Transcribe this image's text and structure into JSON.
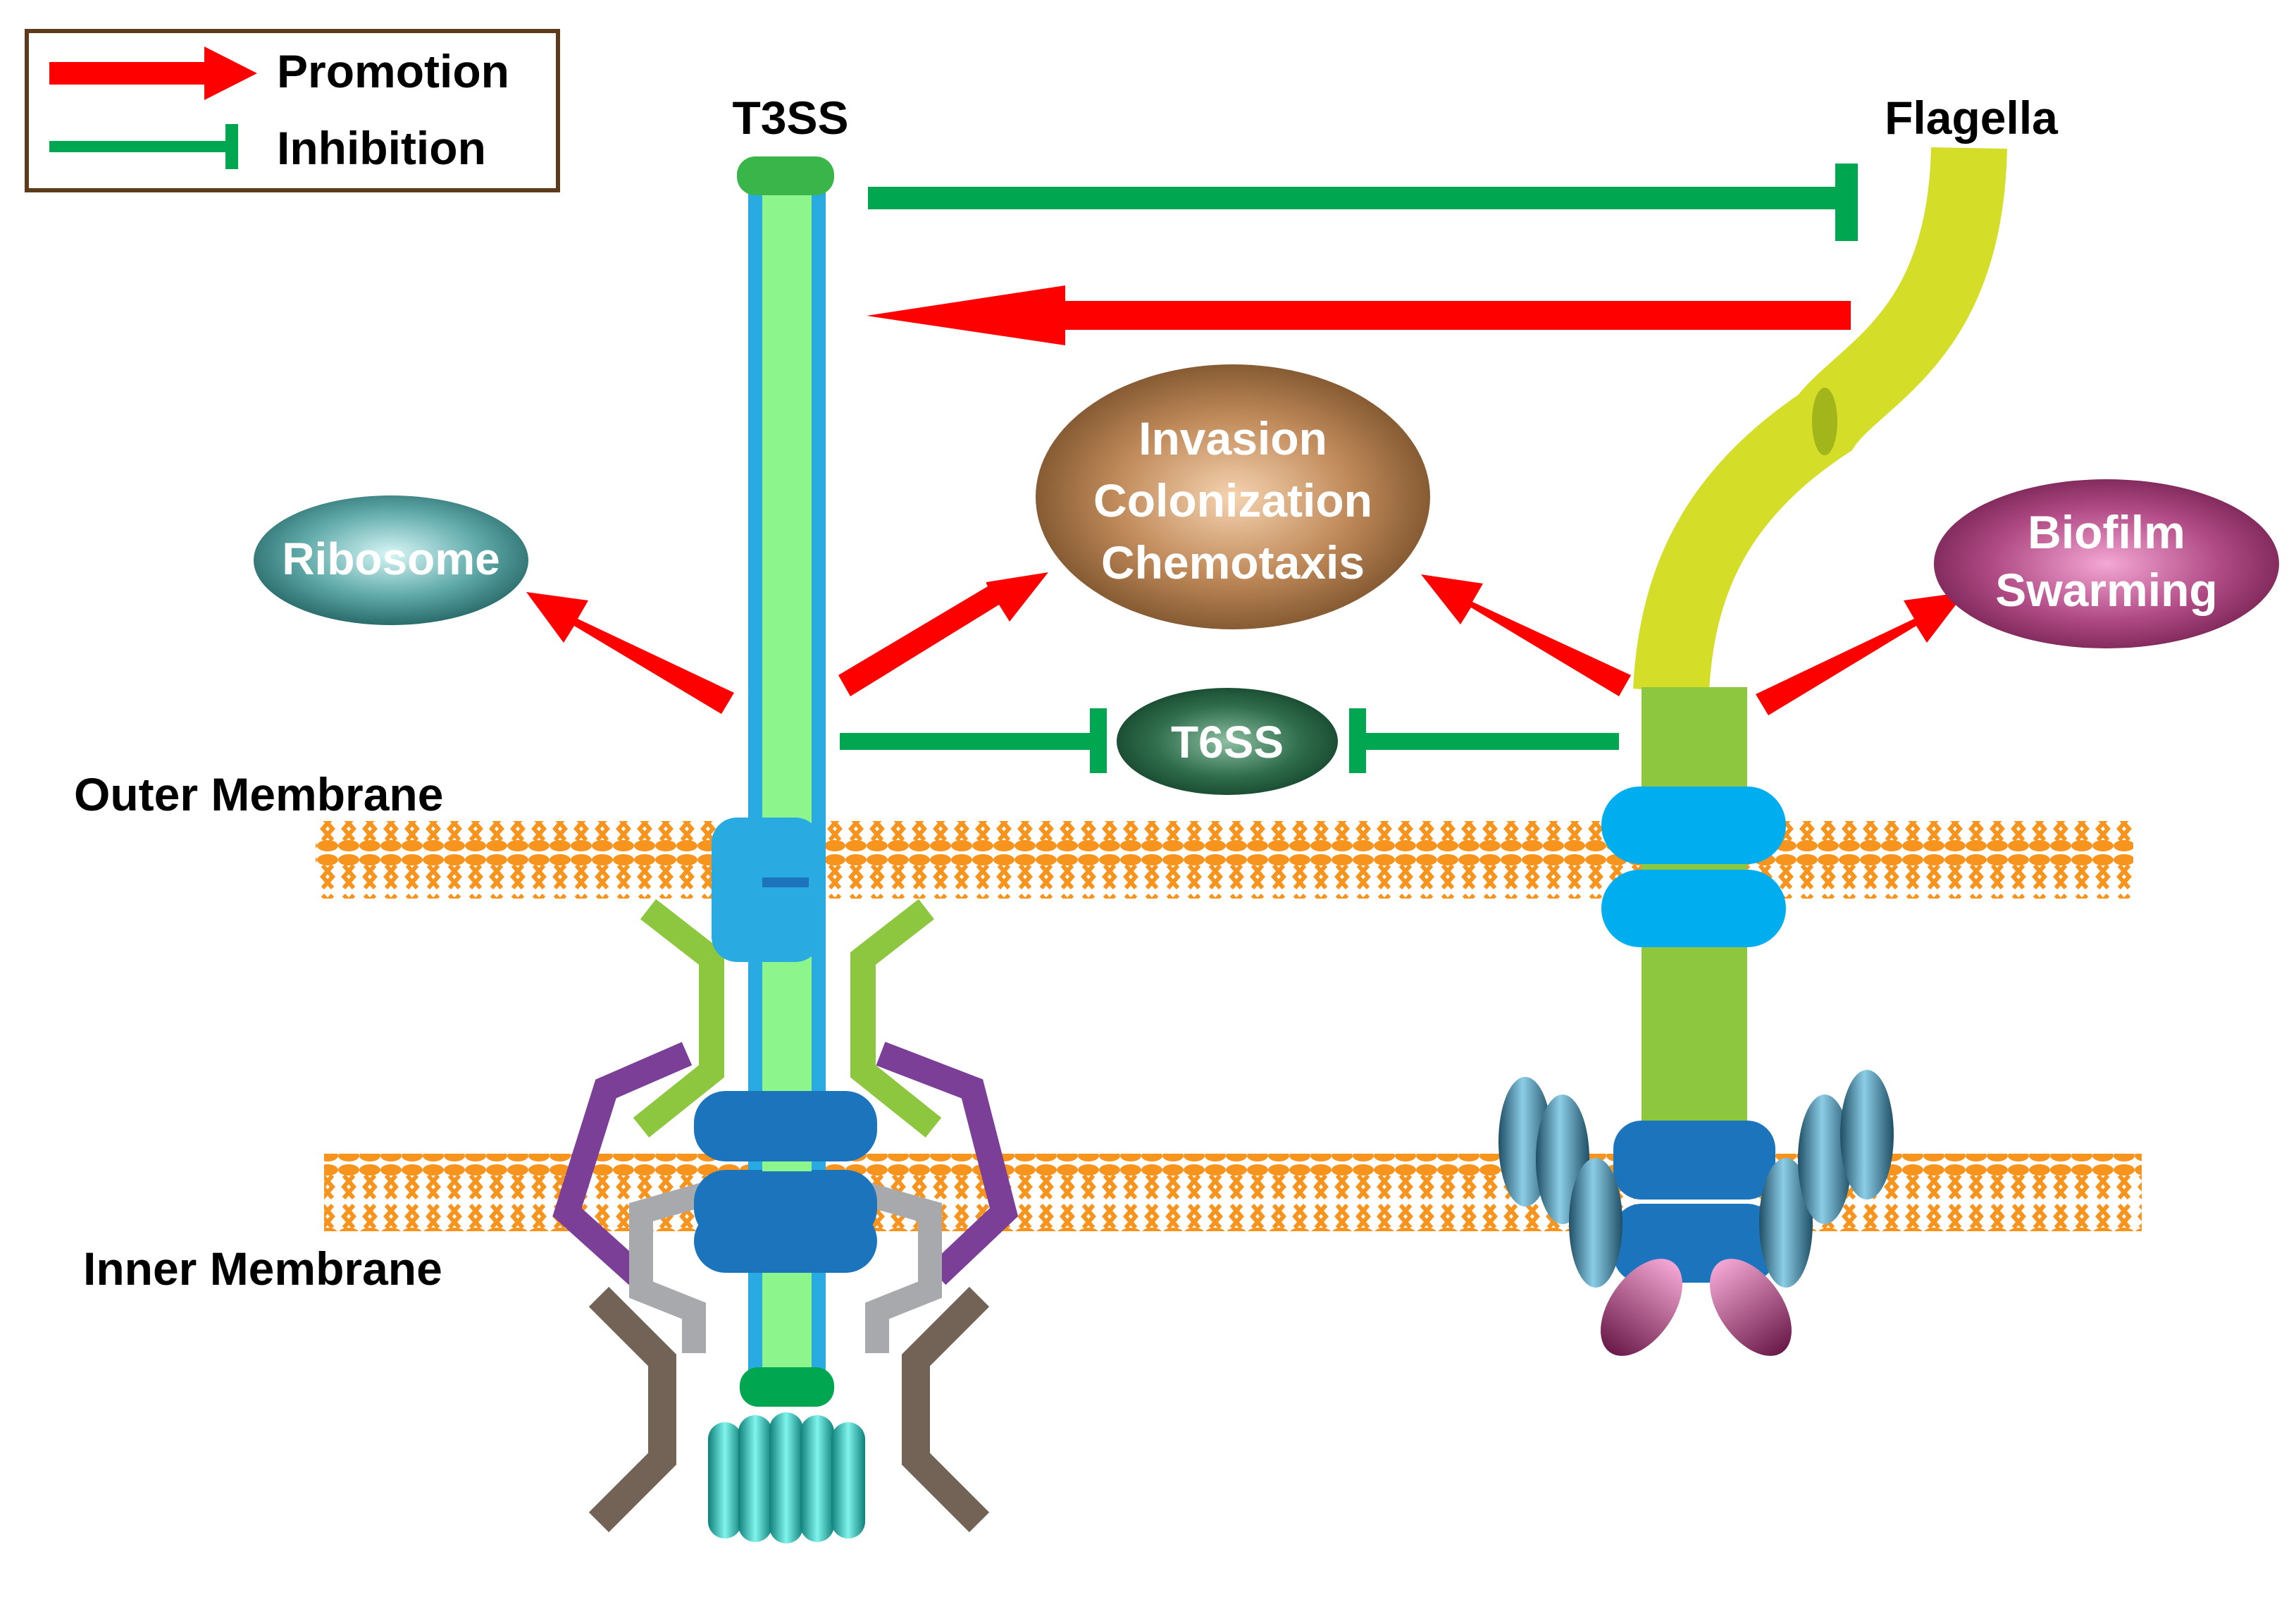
{
  "legend": {
    "promotion_label": "Promotion",
    "inhibition_label": "Inhibition"
  },
  "labels": {
    "t3ss": "T3SS",
    "flagella": "Flagella",
    "outer_membrane": "Outer Membrane",
    "inner_membrane": "Inner Membrane"
  },
  "nodes": {
    "ribosome": "Ribosome",
    "invasion": [
      "Invasion",
      "Colonization",
      "Chemotaxis"
    ],
    "t6ss": "T6SS",
    "biofilm": [
      "Biofilm",
      "Swarming"
    ]
  },
  "colors": {
    "promotion": "#ff0000",
    "inhibition": "#00a650",
    "membrane": "#f7941d",
    "t3ss_core": "#8cf58c",
    "t3ss_sheath": "#29abe2",
    "flagellum": "#d4de28",
    "hook_rod": "#8dc63f",
    "ring_blue": "#1c75bc",
    "purple": "#7b3f98",
    "gray": "#a7a9ac",
    "brown": "#736357"
  },
  "relations": [
    {
      "from": "T3SS",
      "to": "Flagella",
      "type": "inhibition"
    },
    {
      "from": "Flagella",
      "to": "T3SS",
      "type": "promotion"
    },
    {
      "from": "T3SS",
      "to": "Ribosome",
      "type": "promotion"
    },
    {
      "from": "T3SS",
      "to": "Invasion/Colonization/Chemotaxis",
      "type": "promotion"
    },
    {
      "from": "Flagella",
      "to": "Invasion/Colonization/Chemotaxis",
      "type": "promotion"
    },
    {
      "from": "Flagella",
      "to": "Biofilm/Swarming",
      "type": "promotion"
    },
    {
      "from": "T3SS",
      "to": "T6SS",
      "type": "inhibition"
    },
    {
      "from": "Flagella",
      "to": "T6SS",
      "type": "inhibition"
    }
  ]
}
